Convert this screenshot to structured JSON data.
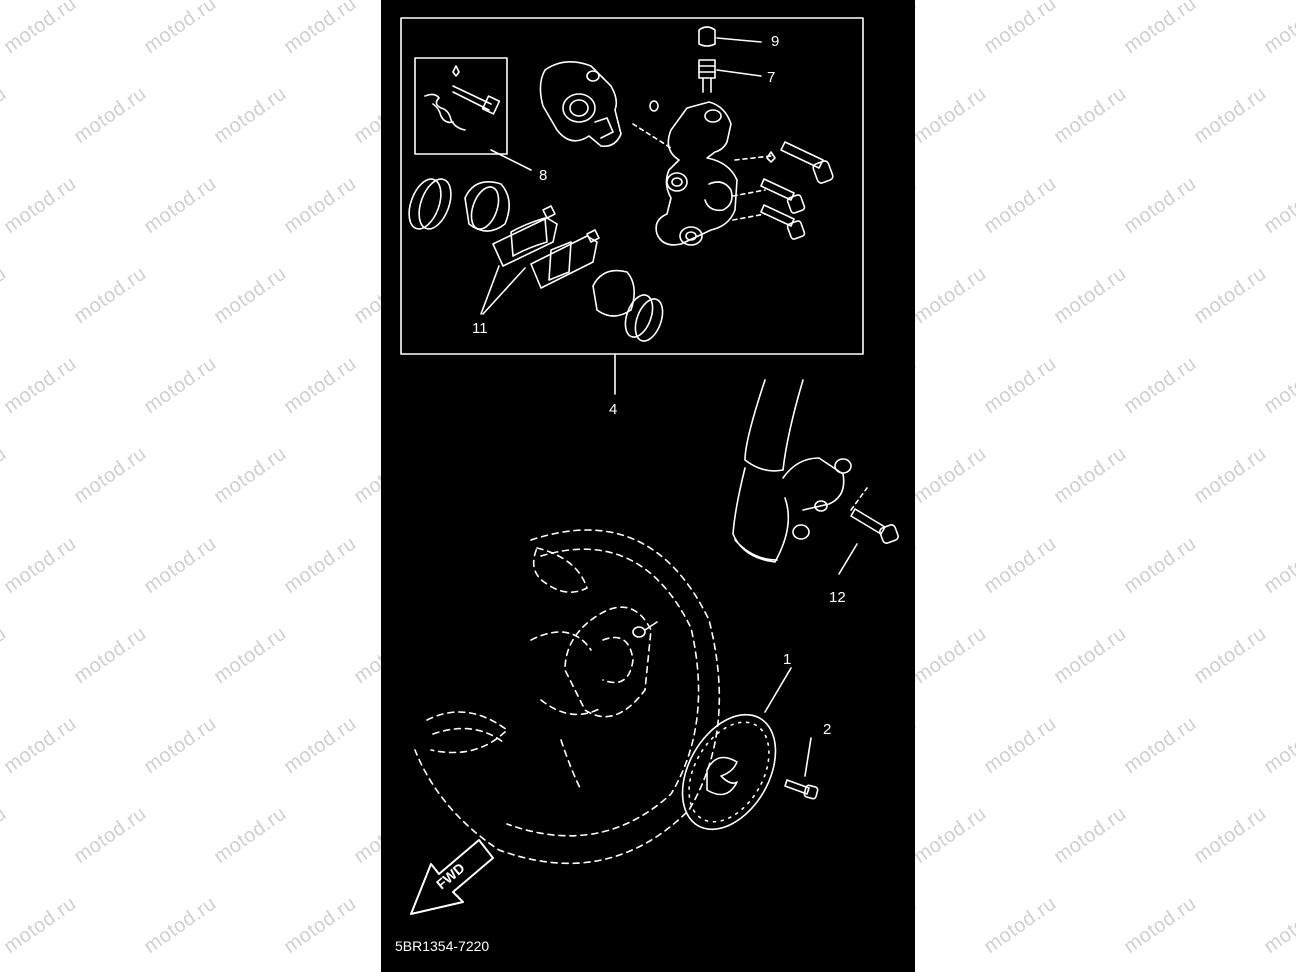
{
  "watermark": "motod.ru",
  "diagram_code": "5BR1354-7220",
  "fwd_label": "FWD",
  "callouts": {
    "c1": "1",
    "c2": "2",
    "c4": "4",
    "c7": "7",
    "c8": "8",
    "c9": "9",
    "c11": "11",
    "c12": "12"
  },
  "colors": {
    "panel_background": "#000000",
    "line_art": "#ffffff",
    "page_background": "#ffffff",
    "watermark_text": "#d0d0d0"
  }
}
